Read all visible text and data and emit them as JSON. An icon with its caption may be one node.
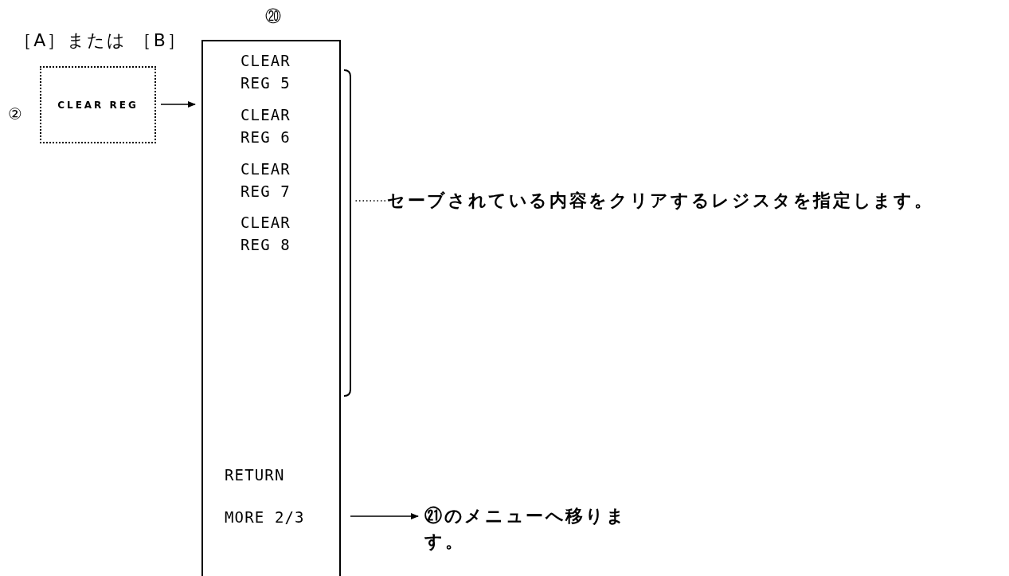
{
  "diagram": {
    "nodes": [
      {
        "text": [
          "CLEAR REG"
        ],
        "beside": [
          "②"
        ]
      },
      {
        "text": [
          "⑳"
        ]
      },
      {
        "text": [
          "CLEAR REG 5"
        ],
        "in": 1
      },
      {
        "text": [
          "CLEAR REG 6"
        ],
        "in": 1
      },
      {
        "text": [
          "CLEAR REG 7"
        ],
        "in": 1
      },
      {
        "text": [
          "CLEAR REG 8"
        ],
        "in": 1
      },
      {
        "text": [
          "RETURN"
        ],
        "in": 1
      },
      {
        "text": [
          "MORE 2/3"
        ],
        "in": 1
      },
      {
        "text": [
          "㉑のメニューへ移ります。"
        ]
      },
      {
        "text": [
          "セーブされている内容をクリアするレジスタを指定します。"
        ]
      }
    ],
    "edges": [
      {
        "from": 0,
        "to": 1,
        "arrow": "to"
      },
      {
        "from": 7,
        "to": 8,
        "arrow": "to"
      },
      {
        "from": 9,
        "to": null,
        "arrow": "none",
        "style": "dashed"
      }
    ],
    "labels": [
      "［A］または ［B］"
    ]
  }
}
